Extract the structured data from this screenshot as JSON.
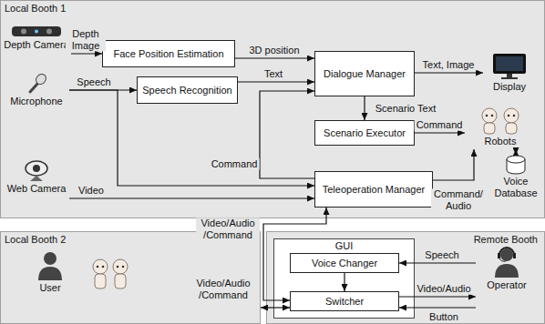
{
  "diagram": {
    "nodes": [
      {
        "text": [
          "Local Booth 1"
        ]
      },
      {
        "text": [
          "Depth Camera"
        ],
        "in": 0
      },
      {
        "text": [
          "Face Position Estimation"
        ],
        "in": 0
      },
      {
        "text": [
          "Dialogue Manager"
        ],
        "in": 0
      },
      {
        "text": [
          "Display"
        ],
        "in": 0
      },
      {
        "text": [
          "Microphone"
        ],
        "in": 0
      },
      {
        "text": [
          "Speech Recognition"
        ],
        "in": 0
      },
      {
        "text": [
          "Scenario Executor"
        ],
        "in": 0
      },
      {
        "text": [
          "Robots"
        ],
        "in": 0
      },
      {
        "text": [
          "Web Camera"
        ],
        "in": 0
      },
      {
        "text": [
          "Teleoperation Manager"
        ],
        "in": 0
      },
      {
        "text": [
          "Voice Database"
        ],
        "in": 0
      },
      {
        "text": [
          "Local Booth 2"
        ]
      },
      {
        "text": [
          "User"
        ],
        "in": 12
      },
      {
        "text": [
          "Remote Booth"
        ]
      },
      {
        "text": [
          "GUI"
        ],
        "in": 14
      },
      {
        "text": [
          "Voice Changer"
        ],
        "in": 15
      },
      {
        "text": [
          "Switcher"
        ],
        "in": 15
      },
      {
        "text": [
          "Operator"
        ],
        "in": 14
      }
    ],
    "edges": [
      {
        "from": 1,
        "to": 2,
        "label": "Depth Image",
        "arrow": "to"
      },
      {
        "from": 2,
        "to": 3,
        "label": "3D position",
        "arrow": "to"
      },
      {
        "from": 5,
        "to": 6,
        "label": "Speech",
        "arrow": "to"
      },
      {
        "from": 6,
        "to": 3,
        "label": "Text",
        "arrow": "to"
      },
      {
        "from": 5,
        "to": 10,
        "arrow": "to"
      },
      {
        "from": 9,
        "to": 10,
        "label": "Video",
        "arrow": "to"
      },
      {
        "from": 10,
        "to": 3,
        "label": "Command",
        "arrow": "to"
      },
      {
        "from": 3,
        "to": 4,
        "label": "Text, Image",
        "arrow": "to"
      },
      {
        "from": 3,
        "to": 7,
        "label": "Scenario Text",
        "arrow": "to"
      },
      {
        "from": 7,
        "to": 8,
        "label": "Command",
        "arrow": "to"
      },
      {
        "from": 10,
        "to": 8,
        "label": "Command/ Audio",
        "arrow": "to"
      },
      {
        "from": 8,
        "to": 11,
        "arrow": "both"
      },
      {
        "from": 10,
        "to": 17,
        "label": "Video/Audio /Command",
        "arrow": "both"
      },
      {
        "from": 17,
        "to": 12,
        "label": "Video/Audio /Command",
        "arrow": "both"
      },
      {
        "from": 18,
        "to": 16,
        "label": "Speech",
        "arrow": "to"
      },
      {
        "from": 16,
        "to": 17,
        "arrow": "to"
      },
      {
        "from": 17,
        "to": 18,
        "label": "Video/Audio",
        "arrow": "to"
      },
      {
        "from": 18,
        "to": 17,
        "label": "Button",
        "arrow": "to"
      }
    ]
  }
}
